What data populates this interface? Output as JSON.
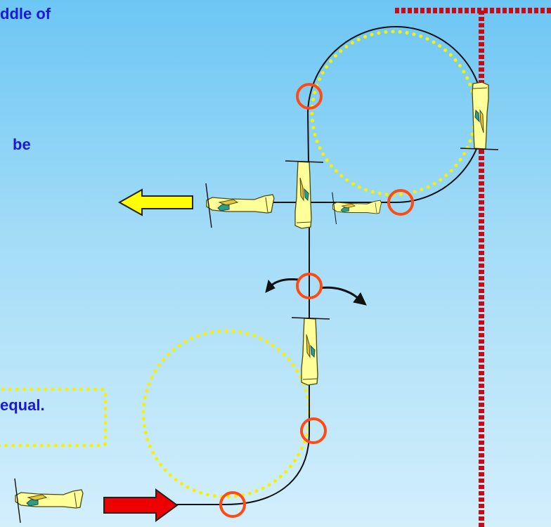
{
  "text_fragments": {
    "top": "ddle of",
    "middle": "be",
    "boxed": "equal."
  },
  "colors": {
    "text": "#1a1ad6",
    "path_line": "#111111",
    "dotted_circle": "#f7f000",
    "checkpoint_circle": "#ff4b12",
    "boundary_line": "#cc0a14",
    "exit_arrow": "#ffff00",
    "entry_arrow": "#ee0000",
    "aircraft_body": "#ffff99",
    "aircraft_accent": "#2e9b86"
  },
  "icons": [
    "airplane-icon",
    "left-arrow-icon",
    "right-arrow-icon",
    "rotation-arrow-icon",
    "checkpoint-circle-icon"
  ]
}
